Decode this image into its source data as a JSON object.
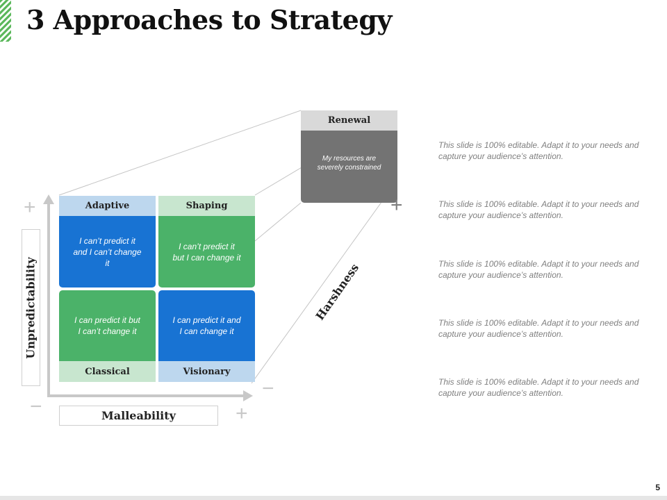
{
  "slide": {
    "title": "3 Approaches to Strategy",
    "page_number": "5"
  },
  "quadrants": {
    "adaptive": {
      "label": "Adaptive",
      "text": "I can’t predict it and I can’t change it"
    },
    "shaping": {
      "label": "Shaping",
      "text": "I can’t predict it but I can change it"
    },
    "classical": {
      "label": "Classical",
      "text": "I can predict it but I can’t change it"
    },
    "visionary": {
      "label": "Visionary",
      "text": "I can predict it and I can change it"
    }
  },
  "renewal": {
    "label": "Renewal",
    "text": "My resources are severely constrained"
  },
  "axes": {
    "y_label": "Unpredictability",
    "x_label": "Malleability",
    "z_label": "Harshness",
    "plus": "+",
    "minus": "−"
  },
  "descriptions": [
    "This slide is 100% editable. Adapt it to your needs and capture your audience’s attention.",
    "This slide is 100% editable. Adapt it to your needs and capture your audience’s attention.",
    "This slide is 100% editable. Adapt it to your needs and capture your audience’s attention.",
    "This slide is 100% editable. Adapt it to your needs and capture your audience’s attention.",
    "This slide is 100% editable. Adapt it to your needs and capture your audience’s attention."
  ],
  "colors": {
    "blue": "#1873d3",
    "green": "#4bb269",
    "gray": "#737373",
    "accent": "#5cb85c"
  }
}
